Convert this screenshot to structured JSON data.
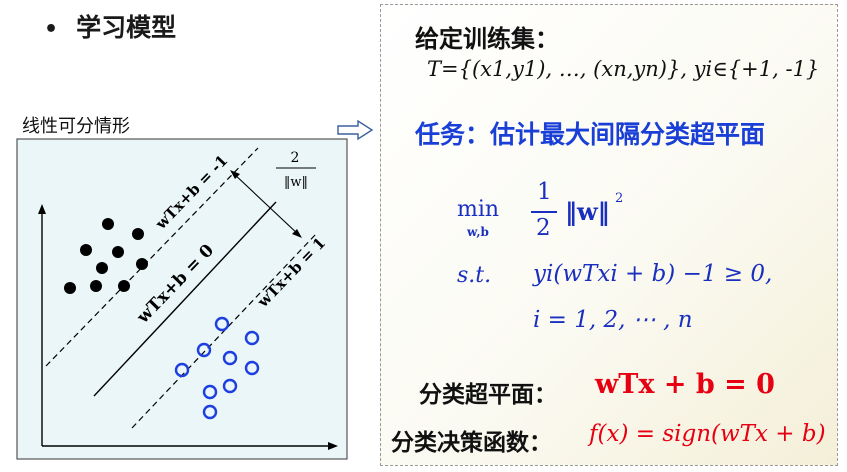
{
  "slide": {
    "bullet": "•",
    "heading": "学习模型",
    "case_label": "线性可分情形"
  },
  "diagram": {
    "margin_fraction_num": "2",
    "margin_fraction_den": "‖w‖",
    "line_neg": "wTx+b = -1",
    "line_mid": "wTx+b = 0",
    "line_pos": "wTx+b = 1"
  },
  "right": {
    "training_label": "给定训练集：",
    "training_set": "T={(x1,y1), …, (xn,yn)}, yi∈{+1, -1}",
    "task": "任务：估计最大间隔分类超平面",
    "min_word": "min",
    "min_sub": "w,b",
    "frac_num": "1",
    "frac_den": "2",
    "norm": "‖w‖",
    "norm_exp": "2",
    "st": "s.t.",
    "constraint": "yi(wTxi + b) −1 ≥ 0,",
    "index_range": "i = 1, 2, ⋯ , n",
    "hyperplane_label": "分类超平面：",
    "hyperplane_eq": "wTx + b = 0",
    "decision_label": "分类决策函数：",
    "decision_eq": "f(x) = sign(wTx + b)"
  },
  "colors": {
    "title_blue": "#1a3fd6",
    "math_blue": "#1a2fc0",
    "red": "#e60012",
    "panel_bg": "#eaf6f7",
    "circle_blue": "#1d3fe0"
  },
  "icons": {
    "arrow": "hollow-right-arrow-icon"
  }
}
